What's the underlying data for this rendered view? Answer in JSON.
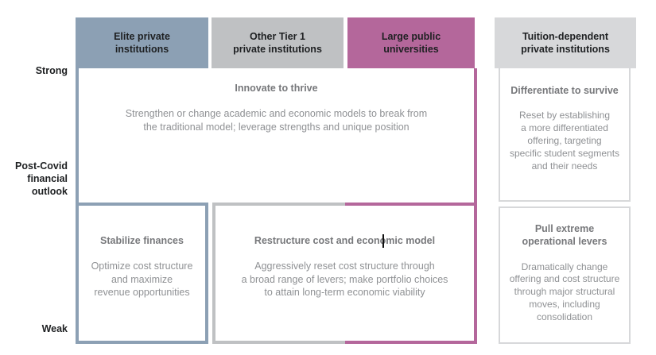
{
  "theme": {
    "elite_color": "#8CA0B4",
    "tier1_color": "#BFC1C3",
    "public_color": "#B4679B",
    "tuition_color": "#D7D8DA",
    "header_text_color": "#1E2022",
    "cell_title_color": "#77787B",
    "cell_body_color": "#8F9194",
    "background_color": "#FFFFFF"
  },
  "axis": {
    "top_label": "Strong",
    "mid_label": "Post-Covid\nfinancial\noutlook",
    "bottom_label": "Weak"
  },
  "columns": [
    {
      "label": "Elite private\ninstitutions"
    },
    {
      "label": "Other Tier 1\nprivate institutions"
    },
    {
      "label": "Large public\nuniversities"
    },
    {
      "label": "Tuition-dependent\nprivate institutions"
    }
  ],
  "cells": {
    "innovate": {
      "title": "Innovate to thrive",
      "body": "Strengthen or change academic and economic models to break from\nthe traditional model; leverage strengths and unique position"
    },
    "differentiate": {
      "title": "Differentiate to survive",
      "body": "Reset by establishing\na more differentiated\noffering, targeting\nspecific student segments\nand their needs"
    },
    "stabilize": {
      "title": "Stabilize finances",
      "body": "Optimize cost structure\nand maximize\nrevenue opportunities"
    },
    "restructure": {
      "title": "Restructure cost and economic model",
      "body": "Aggressively reset cost structure through\na broad range of levers; make portfolio choices\nto attain long-term economic viability"
    },
    "pull_levers": {
      "title": "Pull extreme\noperational levers",
      "body": "Dramatically change\noffering and cost structure\nthrough major structural\nmoves, including\nconsolidation"
    }
  }
}
